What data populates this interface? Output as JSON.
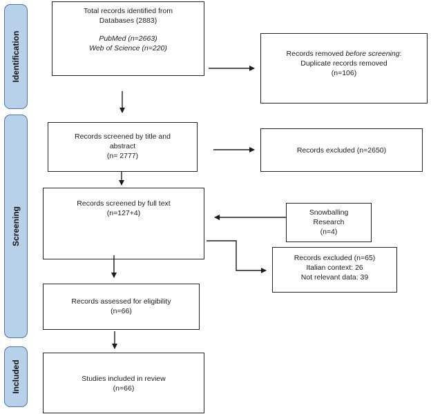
{
  "stages": {
    "identification": "Identification",
    "screening": "Screening",
    "included": "Included"
  },
  "boxes": {
    "identified": {
      "line1": "Total records identified from",
      "line2": "Databases (2883)",
      "line3": "PubMed (n=2663)",
      "line4": "Web of Science (n=220)"
    },
    "removed": {
      "line1_prefix": "Records removed ",
      "line1_italic": "before screening",
      "line1_suffix": ":",
      "line2": "Duplicate records removed",
      "line3": "(n=106)"
    },
    "screened_title": {
      "line1": "Records screened by title and",
      "line2": "abstract",
      "line3": "(n= 2777)"
    },
    "excluded_title": {
      "line1": "Records excluded (n=2650)"
    },
    "screened_full": {
      "line1": "Records screened by full text",
      "line2": "(n=127+4)"
    },
    "snowballing": {
      "line1": "Snowballing",
      "line2": "Research",
      "line3": "(n=4)"
    },
    "excluded_full": {
      "line1": "Records excluded (n=65)",
      "line2": "Italian context: 26",
      "line3": "Not relevant data: 39"
    },
    "eligibility": {
      "line1": "Records assessed for eligibility",
      "line2": "(n=66)"
    },
    "included_studies": {
      "line1": "Studies included in review",
      "line2": "(n=66)"
    }
  }
}
